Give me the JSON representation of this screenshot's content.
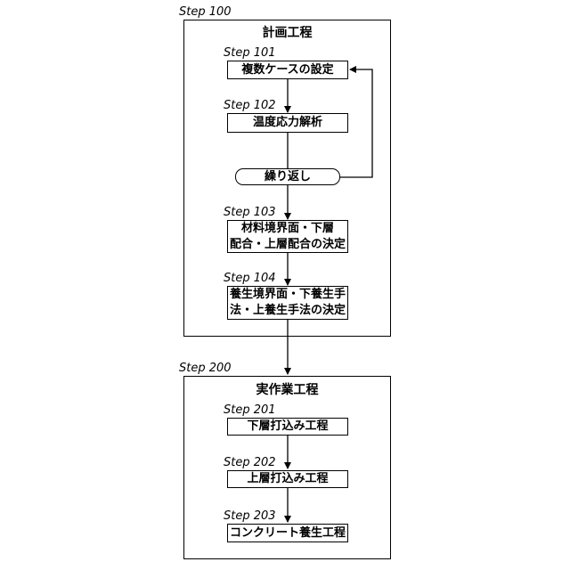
{
  "groups": {
    "plan": {
      "step": "Step 100",
      "title": "計画工程"
    },
    "exec": {
      "step": "Step 200",
      "title": "実作業工程"
    }
  },
  "steps": {
    "s101": {
      "step": "Step 101",
      "text": "複数ケースの設定"
    },
    "s102": {
      "step": "Step 102",
      "text": "温度応力解析"
    },
    "repeat": {
      "text": "繰り返し"
    },
    "s103": {
      "step": "Step 103",
      "line1": "材料境界面・下層",
      "line2": "配合・上層配合の決定"
    },
    "s104": {
      "step": "Step 104",
      "line1": "養生境界面・下養生手",
      "line2": "法・上養生手法の決定"
    },
    "s201": {
      "step": "Step 201",
      "text": "下層打込み工程"
    },
    "s202": {
      "step": "Step 202",
      "text": "上層打込み工程"
    },
    "s203": {
      "step": "Step 203",
      "text": "コンクリート養生工程"
    }
  }
}
